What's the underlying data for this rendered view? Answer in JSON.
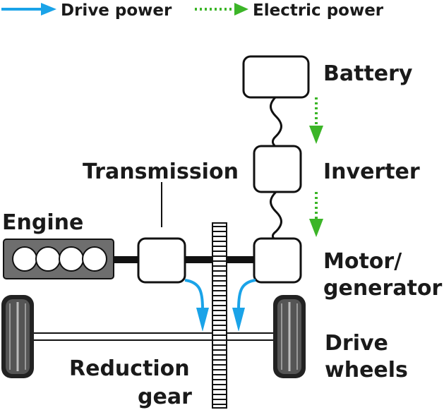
{
  "legend": {
    "drive_power": "Drive power",
    "electric_power": "Electric power"
  },
  "labels": {
    "battery": "Battery",
    "inverter": "Inverter",
    "transmission": "Transmission",
    "engine": "Engine",
    "motor_line1": "Motor/",
    "motor_line2": "generator",
    "drive_line1": "Drive",
    "drive_line2": "wheels",
    "reduction_line1": "Reduction",
    "reduction_line2": "gear"
  },
  "colors": {
    "drive_power": "#1aa3e8",
    "electric_power": "#3cb528",
    "box_stroke": "#111111",
    "engine_fill": "#6e6e6e"
  }
}
